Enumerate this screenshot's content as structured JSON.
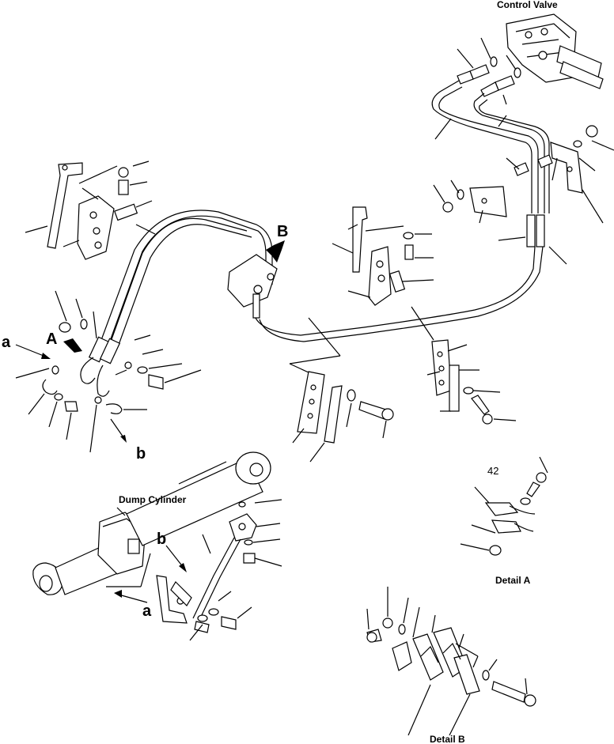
{
  "labels": {
    "control_valve": "Control Valve",
    "dump_cylinder": "Dump Cylinder",
    "detail_a": "Detail A",
    "detail_b": "Detail B",
    "ref_42": "42",
    "arrow_a_upper": "a",
    "arrow_a_lower": "a",
    "arrow_b_upper": "b",
    "arrow_b_lower": "b",
    "view_a": "A",
    "view_b": "B"
  },
  "colors": {
    "ink": "#000000",
    "paper": "#ffffff"
  }
}
